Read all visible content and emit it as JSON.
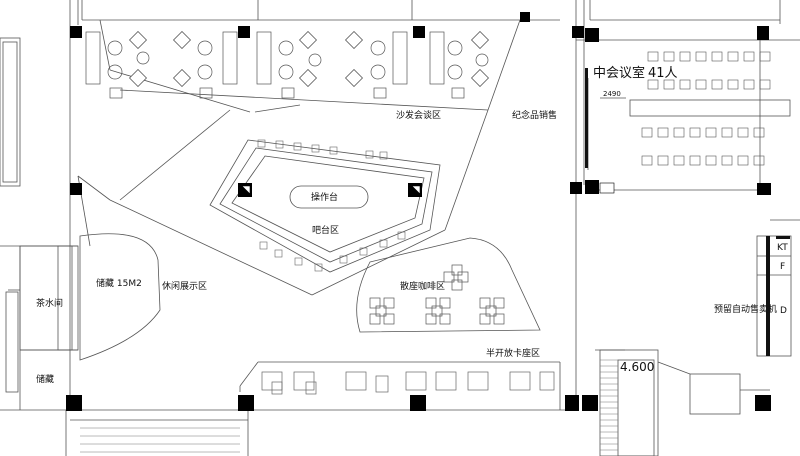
{
  "labels": {
    "meeting_room": "中会议室",
    "meeting_capacity": "41人",
    "sofa_area": "沙发会谈区",
    "souvenir": "纪念品销售",
    "console": "操作台",
    "bar_area": "吧台区",
    "tea_room": "茶水间",
    "storage": "储藏",
    "storage_area": "储藏 15M2",
    "leisure_display": "休闲展示区",
    "cafe_seating": "散座咖啡区",
    "semi_open_booth": "半开放卡座区",
    "vending": "预留自动售卖机",
    "elevation": "4.600",
    "dimension": "2490",
    "kt": "KT",
    "f": "F",
    "d": "D"
  }
}
